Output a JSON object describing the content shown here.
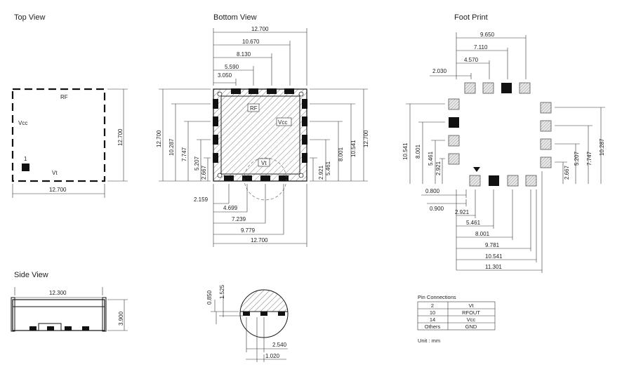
{
  "titles": {
    "top": "Top View",
    "bottom": "Bottom View",
    "footprint": "Foot Print",
    "side": "Side View"
  },
  "labels": {
    "rf": "RF",
    "vcc": "Vcc",
    "vt": "Vt",
    "pin1": "1",
    "unit": "Unit : mm"
  },
  "dims": {
    "top_width": "12.700",
    "top_height": "12.700",
    "bv_top": [
      "12.700",
      "10.670",
      "8.130",
      "5.590",
      "3.050"
    ],
    "bv_left": [
      "12.700",
      "10.287",
      "7.747",
      "5.207",
      "2.667"
    ],
    "bv_right": [
      "12.700",
      "10.541",
      "8.001",
      "5.461",
      "2.921"
    ],
    "bv_bottom": [
      "2.159",
      "4.699",
      "7.239",
      "9.779",
      "12.700"
    ],
    "fp_top": [
      "9.650",
      "7.110",
      "4.570",
      "2.030"
    ],
    "fp_left": [
      "10.541",
      "8.001",
      "5.461",
      "2.921"
    ],
    "fp_right": [
      "10.287",
      "7.747",
      "5.207",
      "2.667"
    ],
    "fp_small": [
      "0.800",
      "0.900"
    ],
    "fp_bottom": [
      "2.921",
      "5.461",
      "8.001",
      "9.781",
      "10.541",
      "11.301"
    ],
    "side_width": "12.300",
    "side_height": "3.900",
    "detail_v": [
      "0.850",
      "1.525"
    ],
    "detail_h": [
      "2.540",
      "1.020"
    ]
  },
  "pin_table": {
    "title": "Pin Connections",
    "rows": [
      [
        "2",
        "Vt"
      ],
      [
        "10",
        "RFOUT"
      ],
      [
        "14",
        "Vcc"
      ],
      [
        "Others",
        "GND"
      ]
    ]
  }
}
